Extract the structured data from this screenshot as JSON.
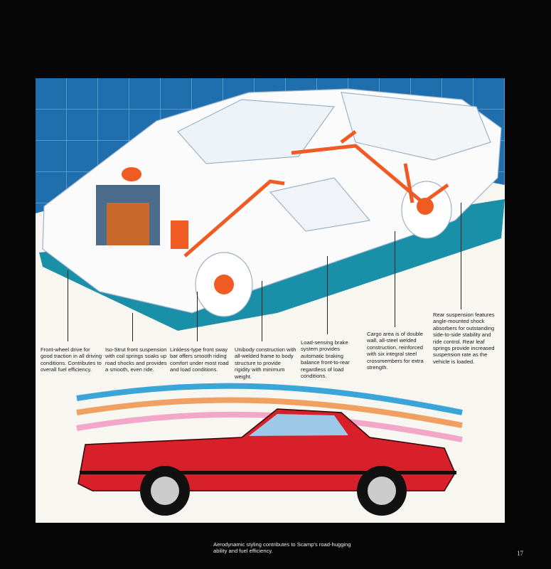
{
  "captions": [
    "Front-wheel drive for good traction in all driving conditions. Contributes to overall fuel efficiency.",
    "Iso-Strut front suspension with coil springs soaks up road shocks and provides a smooth, even ride.",
    "Linkless-type front sway bar offers smooth riding comfort under most road and load conditions.",
    "Unibody construction with all-welded frame to body structure to provide rigidity with minimum weight.",
    "Load-sensing brake system provides automatic braking balance front-to-rear regardless of load conditions.",
    "Cargo area is of double wall, all-steel welded construction, reinforced with six integral steel crossmembers for extra strength.",
    "Rear suspension features angle-mounted shock absorbers for outstanding side-to-side stability and ride control. Rear leaf springs provide increased suspension rate as the vehicle is loaded."
  ],
  "footer_caption": "Aerodynamic styling contributes to Scamp's road-hugging ability and fuel efficiency.",
  "page_number": "17",
  "colors": {
    "grid_blue": "#1f6fae",
    "floor_teal": "#1a8fa8",
    "car_red": "#d8202a",
    "component_orange": "#f05a23"
  }
}
